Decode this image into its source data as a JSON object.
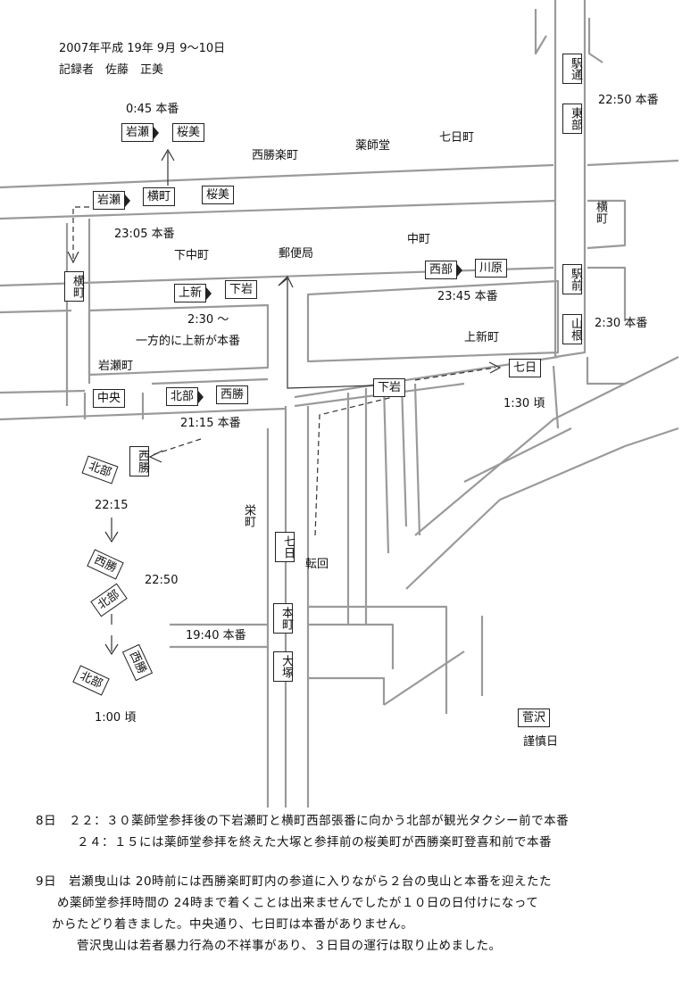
{
  "header": {
    "date": "2007年平成 19年 9月 9～10日",
    "recorder": "記録者　佐藤　正美"
  },
  "streets": {
    "saisho_rakucho": "西勝楽町",
    "yakushido": "薬師堂",
    "nanokamachi": "七日町",
    "shimonakamachi": "下中町",
    "yubinkyoku": "郵便局",
    "nakamachi": "中町",
    "kamishinmachi": "上新町",
    "iwasemachi": "岩瀬町",
    "sakaemachi": "栄町",
    "yokomachi_v": "横町",
    "tenkai": "転回",
    "kinshinbi": "謹慎日"
  },
  "tags": {
    "iwase_top": "岩瀬",
    "oumi_top": "桜美",
    "iwase_mid": "岩瀬",
    "yokocho_mid": "横町",
    "oumi_mid": "桜美",
    "yokocho_v": "横町",
    "ekidori": "駅通",
    "tobu": "東部",
    "seibu": "西部",
    "kawahara": "川原",
    "kamishin": "上新",
    "shimoiwa": "下岩",
    "shimoiwa2": "下岩",
    "nanoka": "七日",
    "ekimae": "駅前",
    "yamane": "山根",
    "chuo": "中央",
    "hokubu": "北部",
    "saisho": "西勝",
    "saisho2": "西勝",
    "hokubu2": "北部",
    "saisho3": "西勝",
    "hokubu3": "北部",
    "saisho4": "西勝",
    "hokubu4": "北部",
    "nanoka2": "七日",
    "honmachi": "本町",
    "otsuka": "大塚",
    "sugesawa": "菅沢"
  },
  "times": {
    "t0045": "0:45 本番",
    "t2250a": "22:50 本番",
    "t2305": "23:05 本番",
    "t2345": "23:45 本番",
    "t0230": "2:30 ～",
    "ippoteki": "一方的に上新が本番",
    "t0230b": "2:30 本番",
    "t0130": "1:30 頃",
    "t2115": "21:15 本番",
    "t2215": "22:15",
    "t2250b": "22:50",
    "t1940": "19:40 本番",
    "t0100": "1:00 頃"
  },
  "notes": {
    "line1": "8日　２２：３０薬師堂参拝後の下岩瀬町と横町西部張番に向かう北部が観光タクシー前で本番",
    "line2": "２４：１５には薬師堂参拝を終えた大塚と参拝前の桜美町が西勝楽町登喜和前で本番",
    "line3": "9日　岩瀬曳山は 20時前には西勝楽町町内の参道に入りながら２台の曳山と本番を迎えたた",
    "line4": "め薬師堂参拝時間の 24時まで着くことは出来ませんでしたが１０日の日付けになって",
    "line5": "からたどり着きました。中央通り、七日町は本番がありません。",
    "line6": "菅沢曳山は若者暴力行為の不祥事があり、３日目の運行は取り止めました。"
  }
}
